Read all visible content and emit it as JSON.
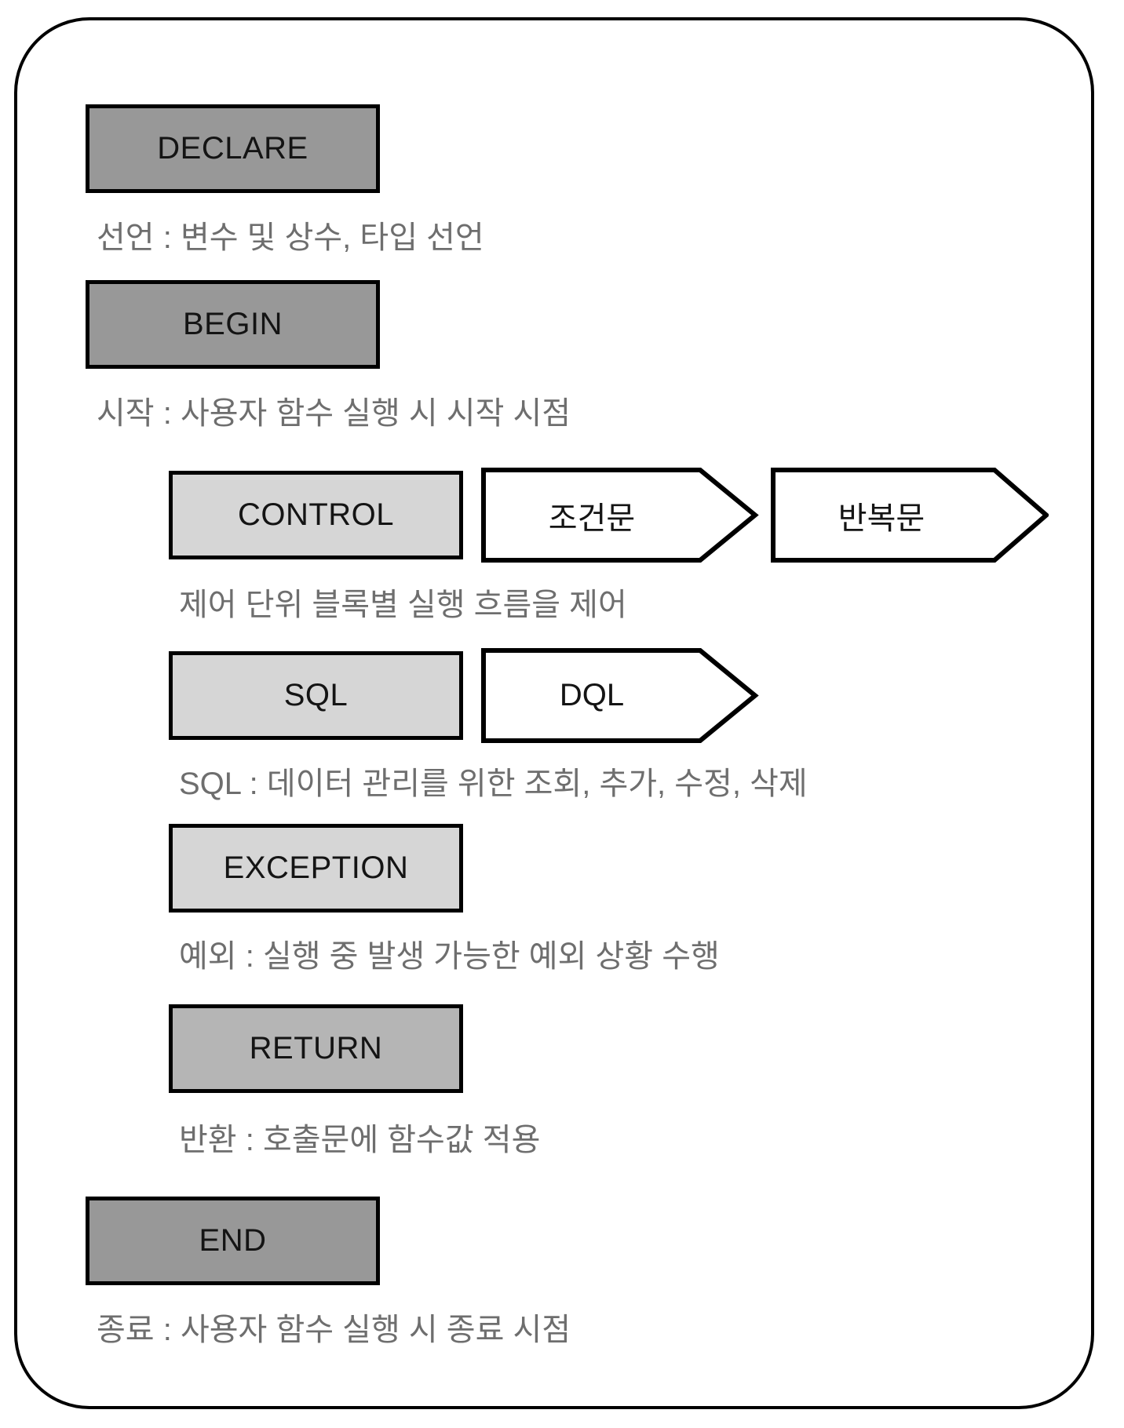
{
  "diagram": {
    "title_hint": "user-defined function block structure",
    "blocks": {
      "declare": {
        "label": "DECLARE",
        "desc": "선언 : 변수 및 상수, 타입 선언"
      },
      "begin": {
        "label": "BEGIN",
        "desc": "시작 : 사용자 함수 실행 시 시작 시점"
      },
      "control": {
        "label": "CONTROL",
        "desc": "제어 단위 블록별 실행 흐름을 제어",
        "arrows": [
          "조건문",
          "반복문"
        ]
      },
      "sql": {
        "label": "SQL",
        "desc": "SQL : 데이터 관리를 위한 조회, 추가, 수정, 삭제",
        "arrows": [
          "DQL"
        ]
      },
      "exception": {
        "label": "EXCEPTION",
        "desc": "예외 : 실행 중 발생 가능한 예외 상황 수행"
      },
      "return": {
        "label": "RETURN",
        "desc": "반환 : 호출문에 함수값 적용"
      },
      "end": {
        "label": "END",
        "desc": "종료 : 사용자 함수 실행 시 종료 시점"
      }
    },
    "colors": {
      "dark_block": "#989898",
      "light_block": "#d6d6d6",
      "medium_block": "#b5b5b5",
      "arrow_fill": "#ffffff",
      "border": "#000000",
      "desc_text": "#6e6e6e"
    }
  }
}
